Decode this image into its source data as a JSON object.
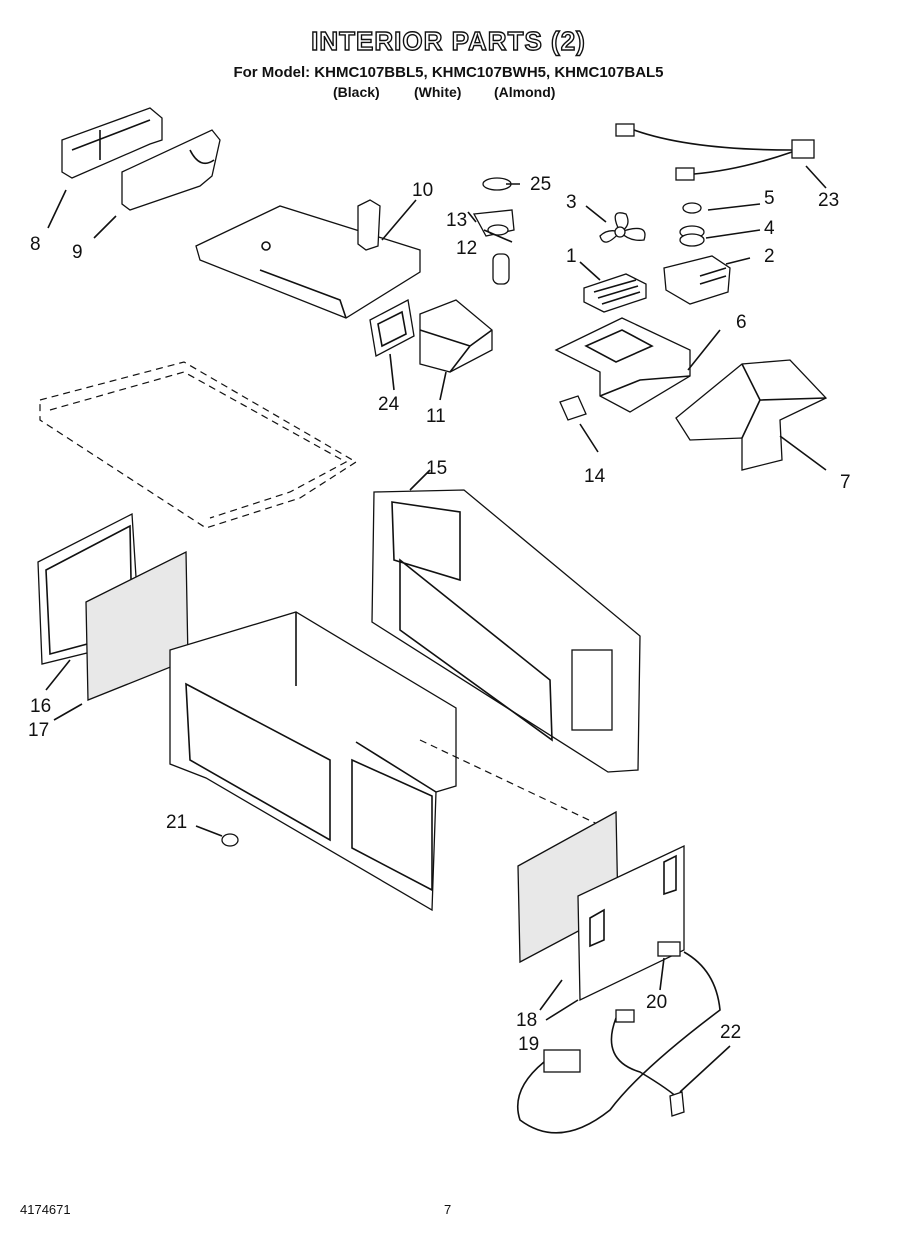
{
  "header": {
    "title": "INTERIOR PARTS (2)",
    "model_line": "For Model: KHMC107BBL5, KHMC107BWH5, KHMC107BAL5",
    "colors": [
      "(Black)",
      "(White)",
      "(Almond)"
    ]
  },
  "footer": {
    "doc_number": "4174671",
    "page_number": "7"
  },
  "callouts": [
    "1",
    "2",
    "3",
    "4",
    "5",
    "6",
    "7",
    "8",
    "9",
    "10",
    "11",
    "12",
    "13",
    "14",
    "15",
    "16",
    "17",
    "18",
    "19",
    "20",
    "21",
    "22",
    "23",
    "24",
    "25"
  ]
}
